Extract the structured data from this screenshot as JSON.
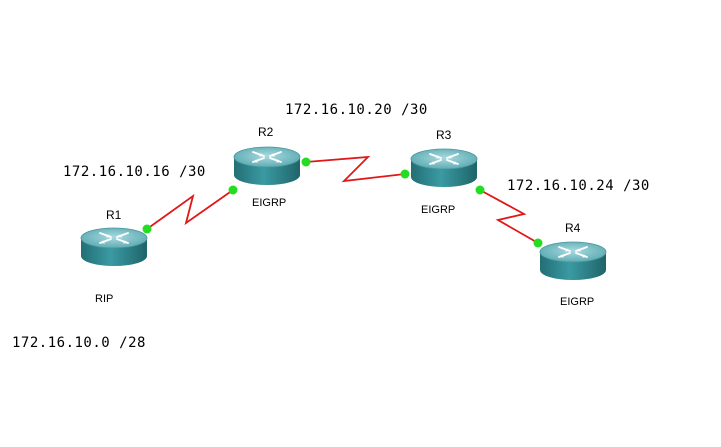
{
  "routers": [
    {
      "name": "R1",
      "protocol": "RIP"
    },
    {
      "name": "R2",
      "protocol": "EIGRP"
    },
    {
      "name": "R3",
      "protocol": "EIGRP"
    },
    {
      "name": "R4",
      "protocol": "EIGRP"
    }
  ],
  "links": [
    {
      "from": "R1",
      "to": "R2",
      "subnet": "172.16.10.16 /30"
    },
    {
      "from": "R2",
      "to": "R3",
      "subnet": "172.16.10.20 /30"
    },
    {
      "from": "R3",
      "to": "R4",
      "subnet": "172.16.10.24 /30"
    }
  ],
  "lan": {
    "subnet": "172.16.10.0 /28"
  },
  "colors": {
    "link": "#e01818",
    "endpoint": "#22dd22",
    "router_top": "#7cc0c6",
    "router_body": "#2f8b93",
    "router_dark": "#1d6066"
  }
}
